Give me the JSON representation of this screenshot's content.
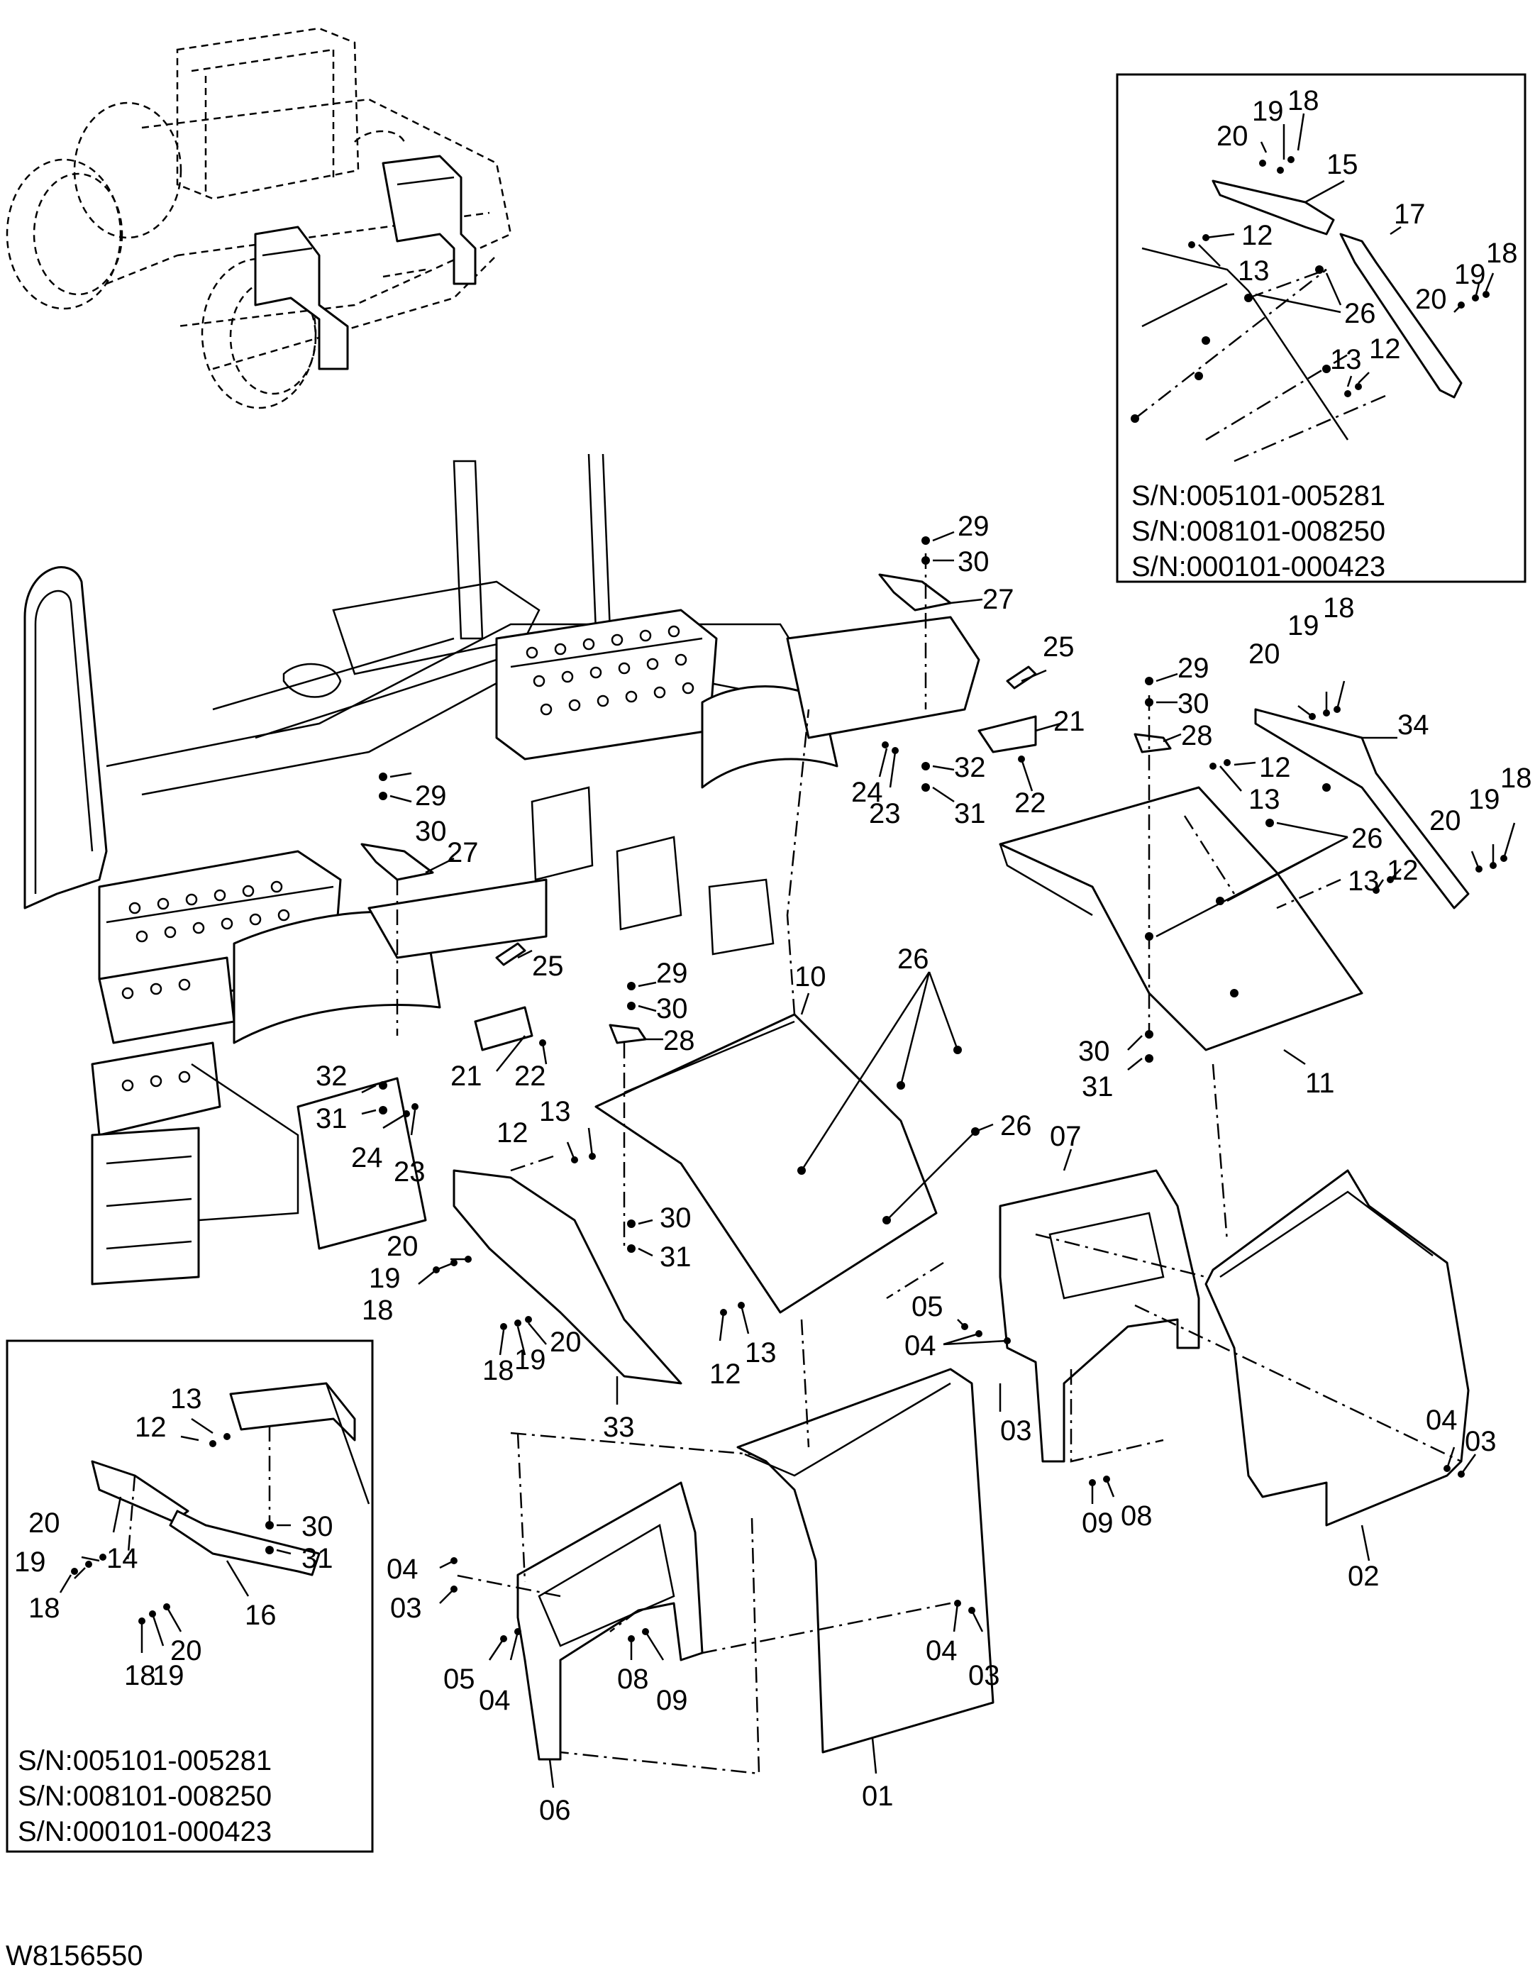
{
  "drawing_number": "W8156550",
  "inset_top_right": {
    "serials": [
      "S/N:005101-005281",
      "S/N:008101-008250",
      "S/N:000101-000423"
    ],
    "labels": [
      "18",
      "19",
      "20",
      "15",
      "12",
      "13",
      "17",
      "26",
      "20",
      "19",
      "18",
      "13",
      "12"
    ]
  },
  "inset_bottom_left": {
    "serials": [
      "S/N:005101-005281",
      "S/N:008101-008250",
      "S/N:000101-000423"
    ],
    "labels": [
      "13",
      "12",
      "30",
      "31",
      "20",
      "19",
      "18",
      "14",
      "20",
      "19",
      "18",
      "16"
    ]
  },
  "main_labels": [
    "29",
    "30",
    "27",
    "25",
    "21",
    "22",
    "32",
    "31",
    "24",
    "23",
    "29",
    "30",
    "28",
    "20",
    "19",
    "18",
    "34",
    "12",
    "13",
    "26",
    "20",
    "19",
    "18",
    "13",
    "12",
    "30",
    "31",
    "11",
    "29",
    "30",
    "27",
    "29",
    "30",
    "28",
    "25",
    "21",
    "22",
    "32",
    "31",
    "24",
    "23",
    "10",
    "26",
    "26",
    "13",
    "12",
    "30",
    "31",
    "20",
    "19",
    "18",
    "12",
    "13",
    "18",
    "19",
    "20",
    "33",
    "07",
    "05",
    "04",
    "03",
    "04",
    "03",
    "09",
    "08",
    "02",
    "04",
    "03",
    "05",
    "04",
    "08",
    "09",
    "04",
    "03",
    "06",
    "01"
  ]
}
